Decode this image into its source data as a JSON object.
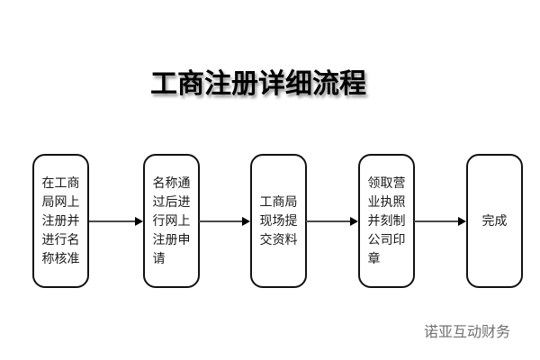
{
  "title": "工商注册详细流程",
  "flow": {
    "steps": [
      {
        "label": "在工商\n局网上\n注册并\n进行名\n称核准"
      },
      {
        "label": "名称通\n过后进\n行网上\n注册申\n请"
      },
      {
        "label": "工商局\n现场提\n交资料"
      },
      {
        "label": "领取营\n业执照\n并刻制\n公司印\n章"
      },
      {
        "label": "完成"
      }
    ],
    "connector_count": 4
  },
  "footer": {
    "brand": "诺亚互动财务"
  },
  "colors": {
    "background": "#ffffff",
    "box_border": "#111111",
    "box_fill": "#ffffff",
    "box_text": "#1a1a1a",
    "title_text": "#000000",
    "title_shadow": "#8f8f8f",
    "arrow_line": "#4a4a4a",
    "arrow_head": "#000000",
    "footer_text": "#707070"
  }
}
